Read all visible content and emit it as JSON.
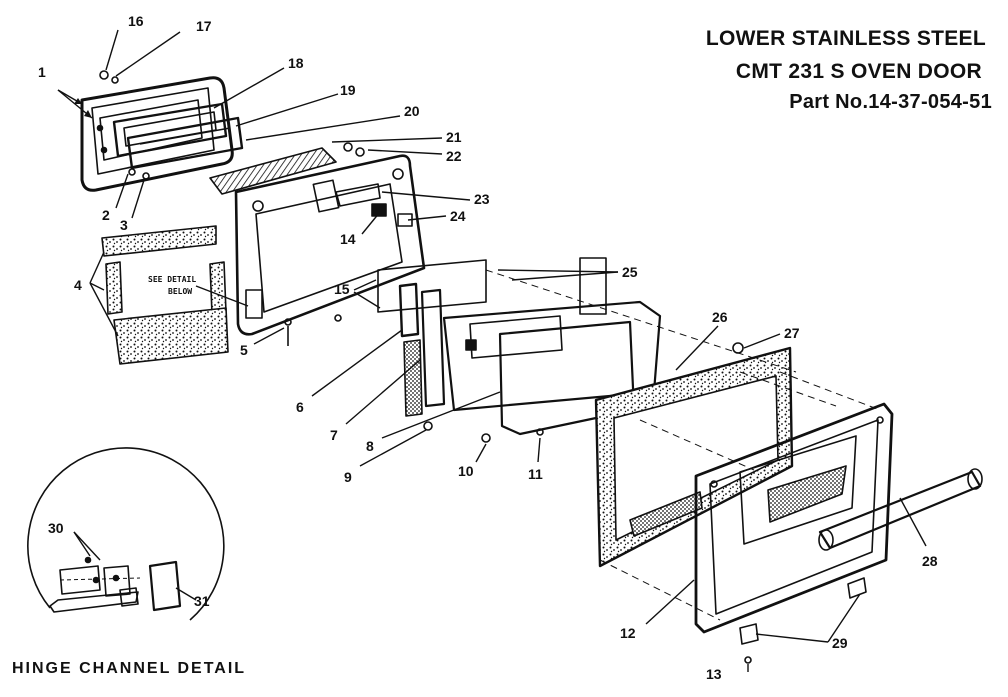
{
  "title": {
    "line1": "LOWER STAINLESS STEEL",
    "line2": "CMT 231 S  OVEN DOOR",
    "line3": "Part No.14-37-054-51"
  },
  "detail_caption": "HINGE CHANNEL DETAIL",
  "see_detail_note": {
    "line1": "SEE DETAIL",
    "line2": "BELOW"
  },
  "callouts": {
    "c1": "1",
    "c2": "2",
    "c3": "3",
    "c4": "4",
    "c5": "5",
    "c6": "6",
    "c7": "7",
    "c8": "8",
    "c9": "9",
    "c10": "10",
    "c11": "11",
    "c12": "12",
    "c13": "13",
    "c14": "14",
    "c15": "15",
    "c16": "16",
    "c17": "17",
    "c18": "18",
    "c19": "19",
    "c20": "20",
    "c21": "21",
    "c22": "22",
    "c23": "23",
    "c24": "24",
    "c25": "25",
    "c26": "26",
    "c27": "27",
    "c28": "28",
    "c29": "29",
    "c30": "30",
    "c31": "31"
  },
  "colors": {
    "ink": "#111111",
    "paper": "#ffffff"
  }
}
